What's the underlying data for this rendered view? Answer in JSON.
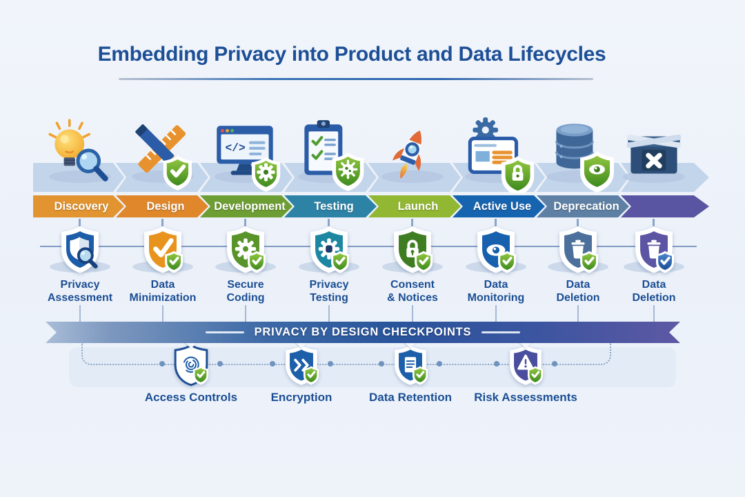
{
  "title": "Embedding Privacy into Product and Data Lifecycles",
  "stages": [
    {
      "label": "Discovery",
      "color": "#e29430",
      "icon": "lightbulb-magnifier",
      "checkpoint": {
        "lines": [
          "Privacy",
          "Assessment"
        ],
        "shield_color": "#1d5ca8",
        "glyph": "magnifier"
      }
    },
    {
      "label": "Design",
      "color": "#e0872b",
      "icon": "pencil-ruler",
      "checkpoint": {
        "lines": [
          "Data",
          "Minimization"
        ],
        "shield_color": "#e8931d",
        "glyph": "check"
      }
    },
    {
      "label": "Development",
      "color": "#6d9e33",
      "icon": "code-monitor",
      "checkpoint": {
        "lines": [
          "Secure",
          "Coding"
        ],
        "shield_color": "#58942a",
        "glyph": "gear"
      }
    },
    {
      "label": "Testing",
      "color": "#2d83a6",
      "icon": "clipboard-checklist",
      "checkpoint": {
        "lines": [
          "Privacy",
          "Testing"
        ],
        "shield_color": "#1d87a2",
        "glyph": "gear-bug"
      }
    },
    {
      "label": "Launch",
      "color": "#92b733",
      "icon": "rocket",
      "checkpoint": {
        "lines": [
          "Consent",
          "& Notices"
        ],
        "shield_color": "#3f7d22",
        "glyph": "lock"
      }
    },
    {
      "label": "Active Use",
      "color": "#1663af",
      "icon": "browser-gear",
      "checkpoint": {
        "lines": [
          "Data",
          "Monitoring"
        ],
        "shield_color": "#1660ae",
        "glyph": "eye"
      }
    },
    {
      "label": "Deprecation",
      "color": "#5e80a4",
      "icon": "database-eye",
      "checkpoint": {
        "lines": [
          "Data",
          "Deletion"
        ],
        "shield_color": "#4c6f9b",
        "glyph": "trash"
      }
    },
    {
      "label": "",
      "color": "#5a55a2",
      "icon": "retired-box-x",
      "checkpoint": {
        "lines": [
          "Data",
          "Deletion"
        ],
        "shield_color": "#5c55a4",
        "glyph": "trash"
      }
    }
  ],
  "banner": {
    "label": "PRIVACY BY DESIGN CHECKPOINTS"
  },
  "bottom_checkpoints": [
    {
      "label": "Access Controls",
      "glyph": "fingerprint",
      "shield_color": "#ffffff"
    },
    {
      "label": "Encryption",
      "glyph": "arrows",
      "shield_color": "#1d5fa9"
    },
    {
      "label": "Data Retention",
      "glyph": "document",
      "shield_color": "#1d5fa9"
    },
    {
      "label": "Risk Assessments",
      "glyph": "warning",
      "shield_color": "#4a4e9e"
    }
  ],
  "colors": {
    "heading_text": "#1b4e94",
    "connector_line": "#7f9cc4",
    "platform_band": "#c3d5ea",
    "check_overlay_green": "#3e8a1e",
    "check_overlay_blue": "#1b4e94"
  }
}
